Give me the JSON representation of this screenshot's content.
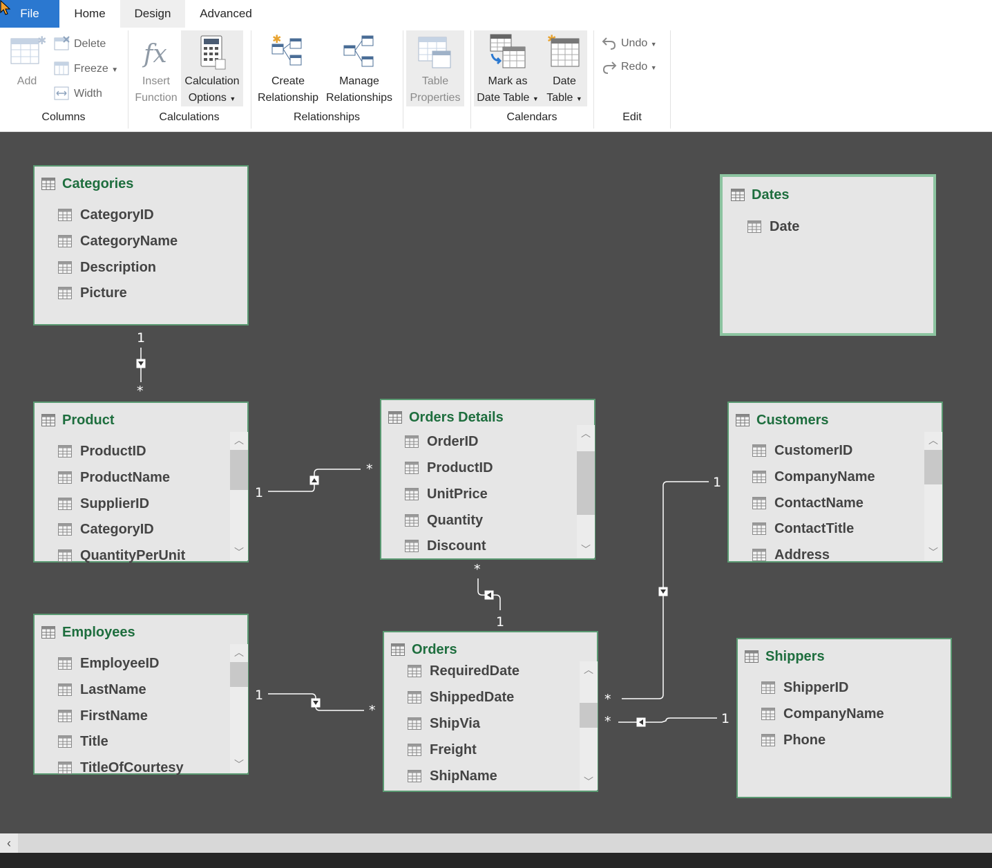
{
  "tabs": [
    "File",
    "Home",
    "Design",
    "Advanced"
  ],
  "ribbon": {
    "columns": {
      "add": "Add",
      "delete": "Delete",
      "freeze": "Freeze",
      "width": "Width",
      "group": "Columns"
    },
    "calculations": {
      "insert_function_1": "Insert",
      "insert_function_2": "Function",
      "calc_options_1": "Calculation",
      "calc_options_2": "Options",
      "group": "Calculations"
    },
    "relationships": {
      "create_1": "Create",
      "create_2": "Relationship",
      "manage_1": "Manage",
      "manage_2": "Relationships",
      "group": "Relationships"
    },
    "table_properties": {
      "line1": "Table",
      "line2": "Properties"
    },
    "calendars": {
      "mark_1": "Mark as",
      "mark_2": "Date Table",
      "date_1": "Date",
      "date_2": "Table",
      "group": "Calendars"
    },
    "edit": {
      "undo": "Undo",
      "redo": "Redo",
      "group": "Edit"
    }
  },
  "tables": {
    "categories": {
      "name": "Categories",
      "columns": [
        "CategoryID",
        "CategoryName",
        "Description",
        "Picture"
      ]
    },
    "dates": {
      "name": "Dates",
      "columns": [
        "Date"
      ]
    },
    "product": {
      "name": "Product",
      "columns": [
        "ProductID",
        "ProductName",
        "SupplierID",
        "CategoryID",
        "QuantityPerUnit"
      ]
    },
    "orders_details": {
      "name": "Orders Details",
      "columns": [
        "OrderID",
        "ProductID",
        "UnitPrice",
        "Quantity",
        "Discount"
      ]
    },
    "customers": {
      "name": "Customers",
      "columns": [
        "CustomerID",
        "CompanyName",
        "ContactName",
        "ContactTitle",
        "Address"
      ]
    },
    "employees": {
      "name": "Employees",
      "columns": [
        "EmployeeID",
        "LastName",
        "FirstName",
        "Title",
        "TitleOfCourtesy"
      ]
    },
    "orders": {
      "name": "Orders",
      "columns": [
        "RequiredDate",
        "ShippedDate",
        "ShipVia",
        "Freight",
        "ShipName"
      ]
    },
    "shippers": {
      "name": "Shippers",
      "columns": [
        "ShipperID",
        "CompanyName",
        "Phone"
      ]
    }
  },
  "cardinality": {
    "one": "1",
    "many": "*"
  }
}
